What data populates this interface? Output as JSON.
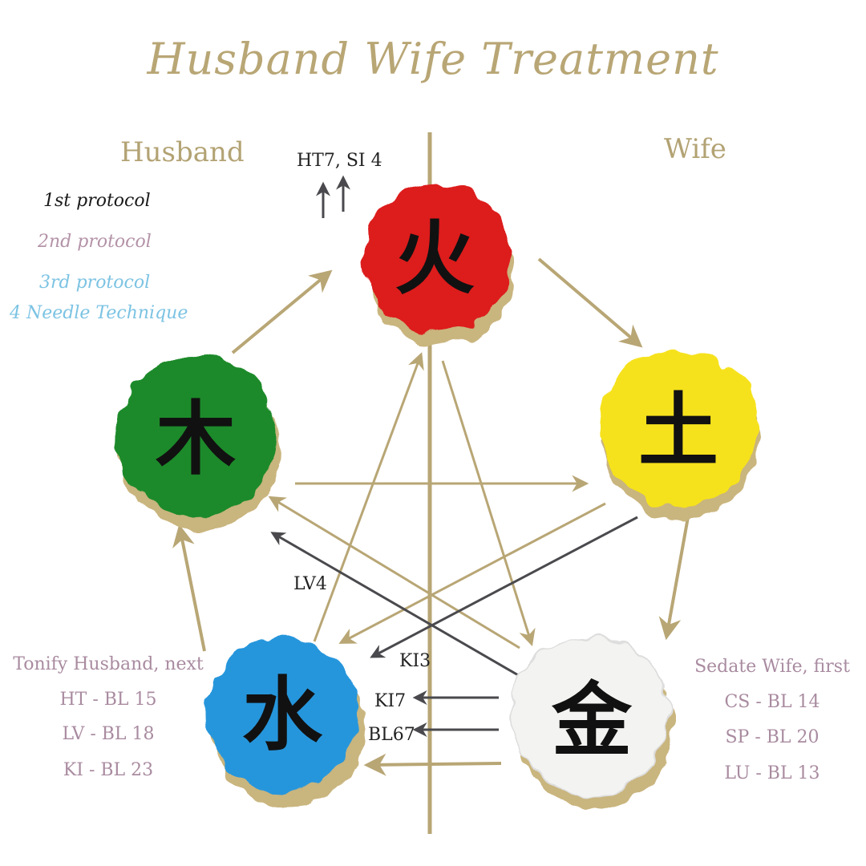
{
  "title": "Husband Wife Treatment",
  "sides": {
    "husband": "Husband",
    "wife": "Wife"
  },
  "legend": {
    "items": [
      {
        "label": "1st protocol",
        "color": "#1a1a1a"
      },
      {
        "label": "2nd protocol",
        "color": "#b493a8"
      },
      {
        "label": "3rd protocol",
        "color": "#7cc3e3"
      },
      {
        "label": "4 Needle Technique",
        "color": "#7cc3e3"
      }
    ]
  },
  "elements": {
    "fire": {
      "glyph": "火",
      "color": "#dd1c1c"
    },
    "earth": {
      "glyph": "土",
      "color": "#f6e21a"
    },
    "metal": {
      "glyph": "金",
      "color": "#f3f3f1"
    },
    "water": {
      "glyph": "水",
      "color": "#2596dc"
    },
    "wood": {
      "glyph": "木",
      "color": "#1f8a2a"
    }
  },
  "points": {
    "fire_top": "HT7, SI 4",
    "lv4": "LV4",
    "ki3": "KI3",
    "ki7": "KI7",
    "bl67": "BL67"
  },
  "tonify": {
    "heading": "Tonify Husband, next",
    "items": [
      "HT - BL 15",
      "LV - BL 18",
      "KI - BL 23"
    ]
  },
  "sedate": {
    "heading": "Sedate Wife, first",
    "items": [
      "CS - BL 14",
      "SP - BL 20",
      "LU - BL 13"
    ]
  },
  "colors": {
    "gold": "#b8a675",
    "arrow_dark": "#4a4a4e",
    "paper_shadow": "#c9b57e"
  }
}
